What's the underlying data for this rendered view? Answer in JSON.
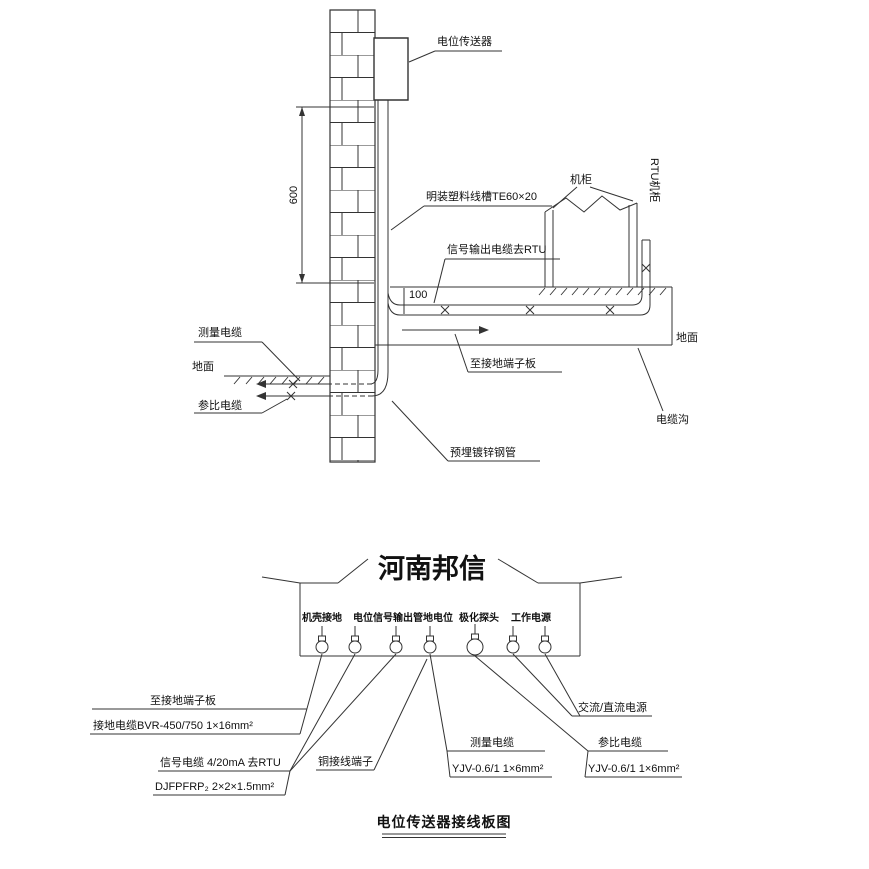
{
  "colors": {
    "line": "#333333",
    "text": "#111111",
    "background": "#ffffff"
  },
  "installation": {
    "transmitter_label": "电位传送器",
    "duct_label": "明装塑料线槽TE60×20",
    "signal_out_label": "信号输出电缆去RTU",
    "cabinet_label": "机柜",
    "rtu_label": "RTU机柜",
    "dim_600": "600",
    "dim_100": "100",
    "ground_right": "地面",
    "ground_left": "地面",
    "to_ground_terminal": "至接地端子板",
    "cable_trench": "电缆沟",
    "measure_cable": "测量电缆",
    "reference_cable": "参比电缆",
    "embedded_pipe": "预埋镀锌钢管"
  },
  "terminal_board": {
    "brand": "河南邦信",
    "terminals": [
      "机壳接地",
      "电位信号输出",
      "管地电位",
      "极化探头",
      "工作电源"
    ],
    "annotations": {
      "ground_terminal": "至接地端子板",
      "ground_cable": "接地电缆BVR-450/750 1×16mm²",
      "signal_cable": "信号电缆 4/20mA 去RTU",
      "signal_cable_spec": "DJFPFRP₂ 2×2×1.5mm²",
      "copper_lug": "铜接线端子",
      "measure_cable": "测量电缆",
      "measure_cable_spec": "YJV-0.6/1 1×6mm²",
      "ac_dc_power": "交流/直流电源",
      "reference_cable": "参比电缆",
      "reference_cable_spec": "YJV-0.6/1 1×6mm²"
    }
  },
  "title": "电位传送器接线板图"
}
